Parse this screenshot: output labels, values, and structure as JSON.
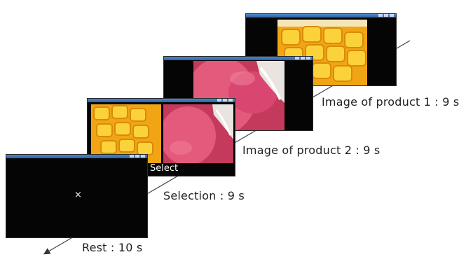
{
  "screens": {
    "rest": {
      "fixation_symbol": "×"
    },
    "selection": {
      "select_text": "Select"
    }
  },
  "labels": {
    "product1": "Image of product 1 : 9 s",
    "product2": "Image of product 2 : 9 s",
    "selection": "Selection : 9 s",
    "rest": "Rest : 10 s"
  },
  "images": {
    "product1": "mango",
    "product2": "watermelon-sorbet"
  },
  "colors": {
    "screen_bg": "#050505",
    "titlebar": "#3a72b6",
    "mango": "#f4b61a",
    "sorbet": "#d9476a"
  }
}
